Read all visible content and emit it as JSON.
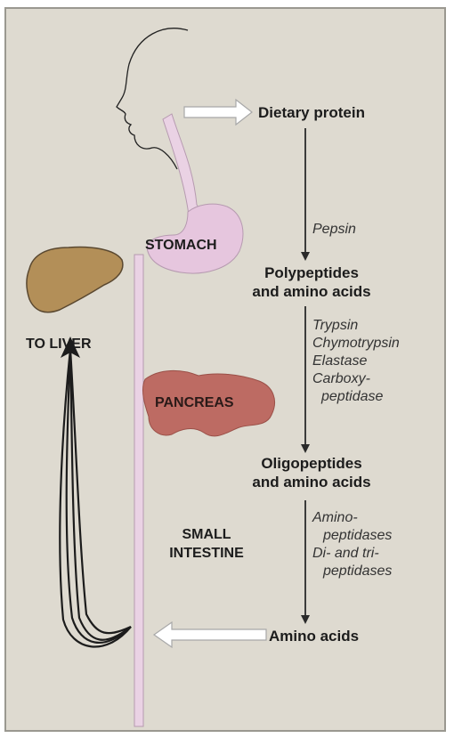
{
  "labels": {
    "dietary_protein": "Dietary protein",
    "polypeptides_line1": "Polypeptides",
    "polypeptides_line2": "and amino acids",
    "oligopeptides_line1": "Oligopeptides",
    "oligopeptides_line2": "and amino acids",
    "amino_acids": "Amino acids",
    "stomach": "STOMACH",
    "pancreas": "PANCREAS",
    "small_intestine_line1": "SMALL",
    "small_intestine_line2": "INTESTINE",
    "to_liver": "TO LIVER"
  },
  "enzymes": {
    "pepsin": "Pepsin",
    "pancreatic": [
      "Trypsin",
      "Chymotrypsin",
      "Elastase",
      "Carboxy-",
      "peptidase"
    ],
    "intestinal": [
      "Amino-",
      "peptidases",
      "Di- and tri-",
      "peptidases"
    ]
  },
  "colors": {
    "background": "#dedad0",
    "gut_tube": "#ead2e4",
    "gut_outline": "#b69ab0",
    "liver": "#b38f58",
    "pancreas": "#bd6b63",
    "arrow_dark": "#2a2a2a",
    "arrow_hollow": "#ffffff"
  }
}
